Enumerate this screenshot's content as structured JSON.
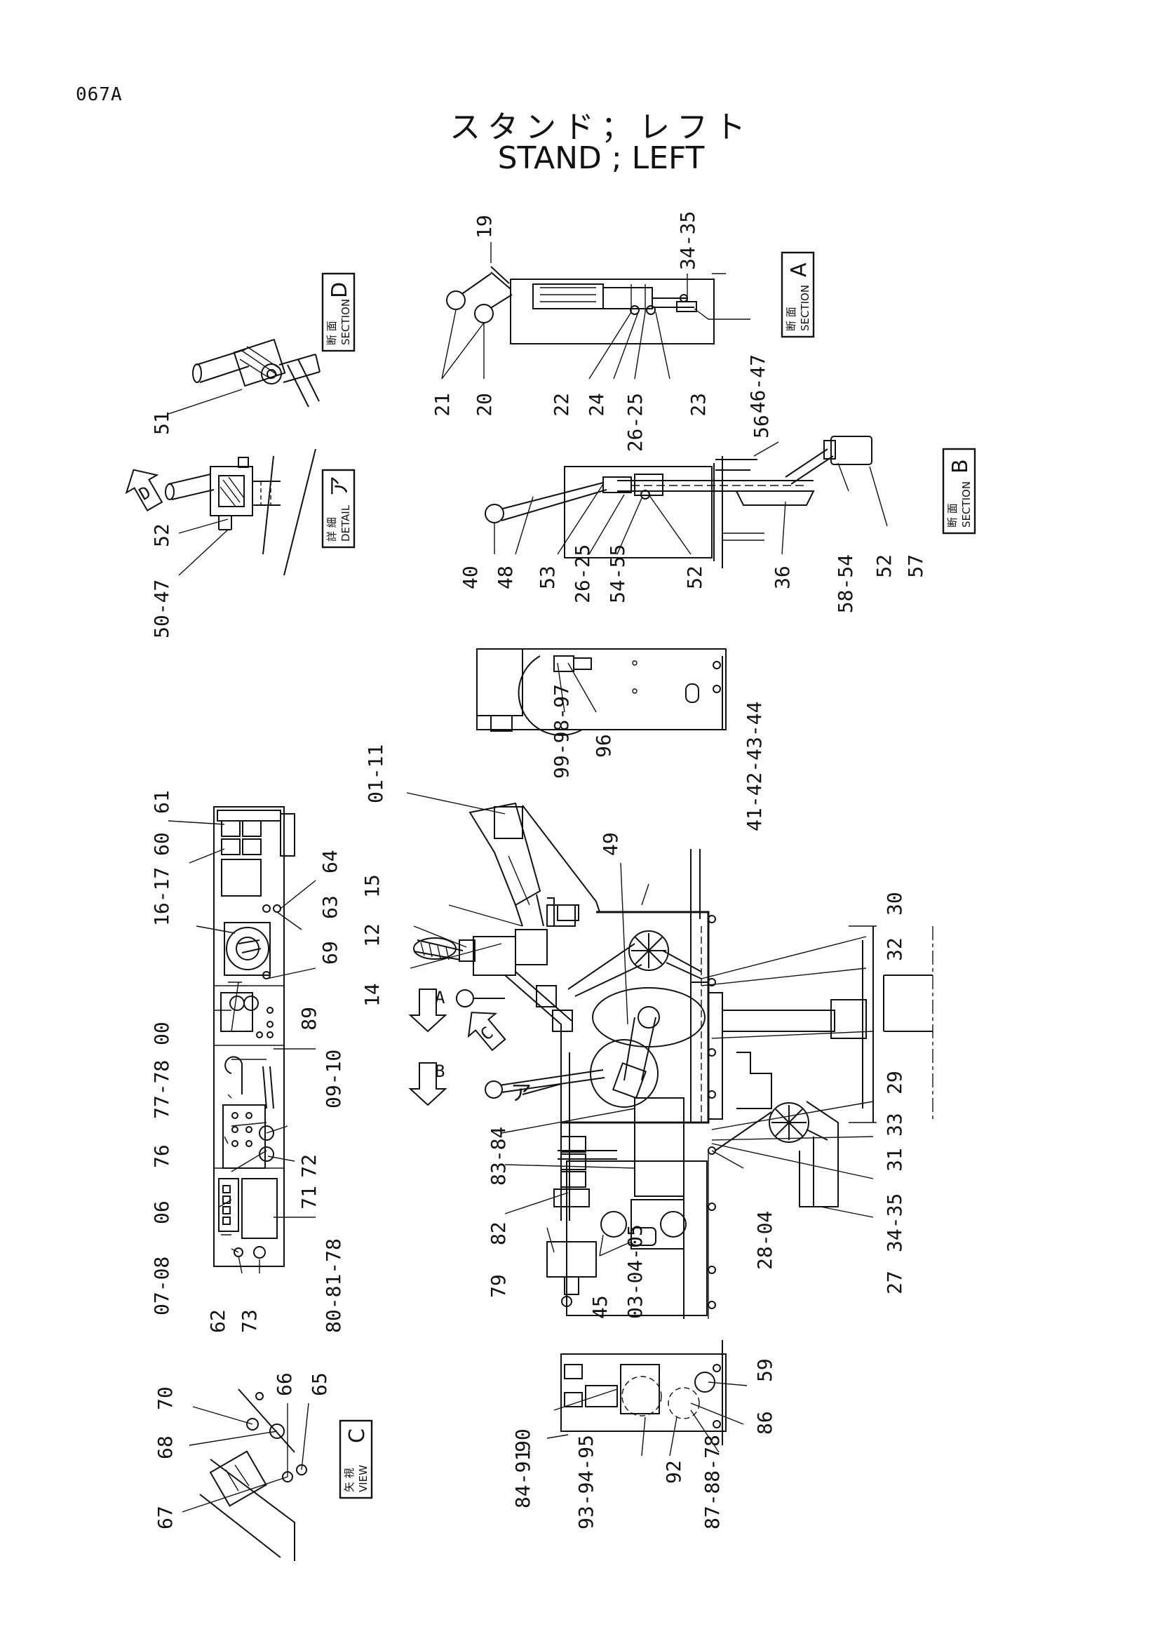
{
  "page_code": "067A",
  "title_ja": "スタンド；レフト",
  "title_en": "STAND ; LEFT",
  "view_boxes": [
    {
      "kanji": "断 面",
      "word": "SECTION",
      "letter": "D"
    },
    {
      "kanji": "断 面",
      "word": "SECTION",
      "letter": "A"
    },
    {
      "kanji": "詳 細",
      "word": "DETAIL",
      "letter": "ア"
    },
    {
      "kanji": "断 面",
      "word": "SECTION",
      "letter": "B"
    },
    {
      "kanji": "矢 視",
      "word": "VIEW",
      "letter": "C"
    }
  ],
  "view_arrows": [
    "D",
    "A",
    "C",
    "B"
  ],
  "detail_mark": "ア",
  "callouts": [
    "19",
    "34-35",
    "21",
    "20",
    "22",
    "24",
    "26-25",
    "23",
    "46-47",
    "51",
    "52",
    "50-47",
    "56",
    "40",
    "48",
    "53",
    "26-25",
    "54-55",
    "52",
    "36",
    "58-54",
    "52",
    "57",
    "99-98-97",
    "96",
    "01-11",
    "49",
    "41-42-43-44",
    "15",
    "12",
    "14",
    "30",
    "32",
    "29",
    "33",
    "31",
    "34-35",
    "27",
    "83-84",
    "82",
    "79",
    "45",
    "03-04-05",
    "28-04",
    "61",
    "60",
    "64",
    "63",
    "16-17",
    "69",
    "89",
    "00",
    "09-10",
    "77-78",
    "72",
    "76",
    "71",
    "06",
    "80-81-78",
    "07-08",
    "62",
    "73",
    "70",
    "68",
    "66",
    "65",
    "67",
    "90",
    "59",
    "86",
    "84-91",
    "93-94-95",
    "92",
    "87-88-78"
  ]
}
